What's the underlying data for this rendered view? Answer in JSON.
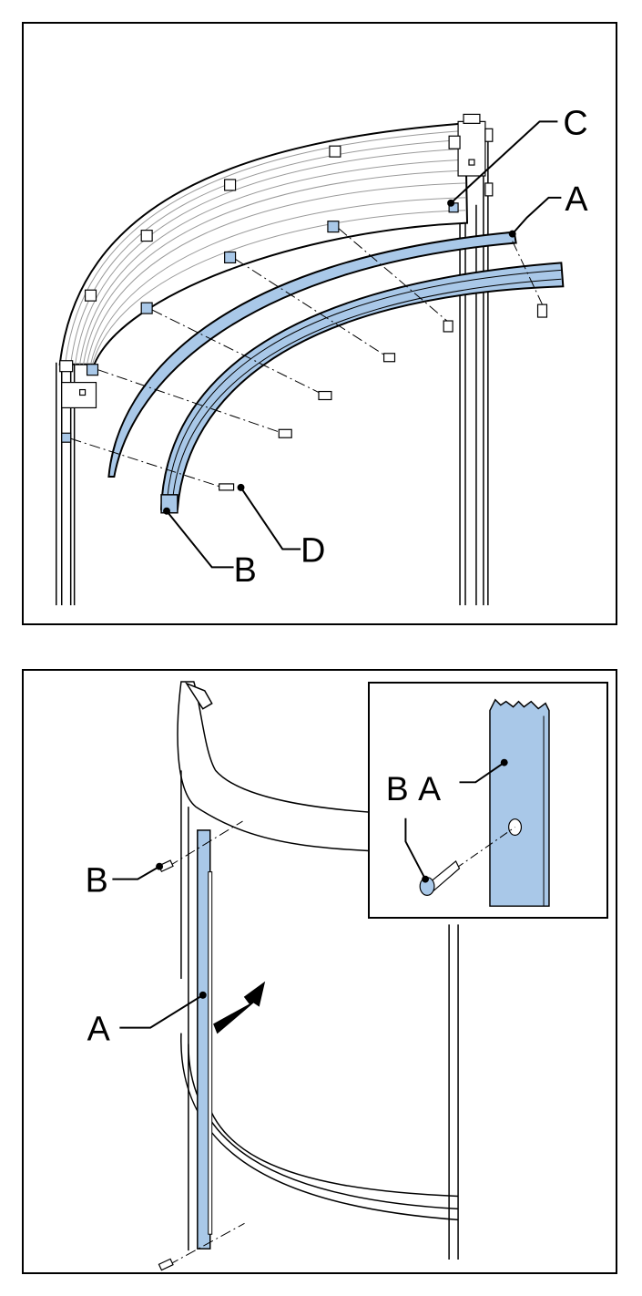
{
  "colors": {
    "part_fill": "#a9c8e8",
    "outline": "#000000",
    "background": "#ffffff",
    "frame_line": "#8a8a8a"
  },
  "panel_1": {
    "callouts": {
      "a": "A",
      "b": "B",
      "c": "C",
      "d": "D"
    }
  },
  "panel_2": {
    "callouts": {
      "a": "A",
      "b": "B"
    },
    "inset": {
      "callouts": {
        "a": "A",
        "b": "B"
      }
    },
    "arrow_icon": "push-arrow-icon"
  }
}
